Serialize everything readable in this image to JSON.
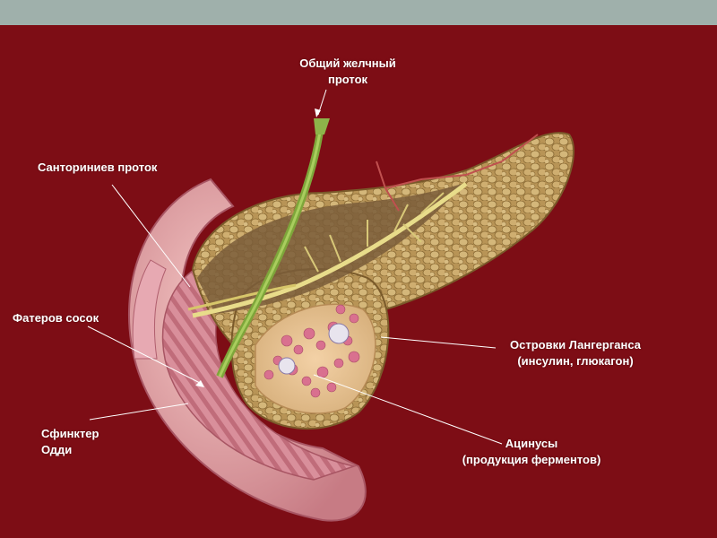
{
  "labels": {
    "bile_duct": [
      "Общий желчный",
      "проток"
    ],
    "santorini_duct": "Санториниев проток",
    "vater_papilla": "Фатеров сосок",
    "langerhans": [
      "Островки Лангерганса",
      "(инсулин, глюкагон)"
    ],
    "oddi": [
      "Сфинктер",
      "Одди"
    ],
    "acini": [
      "Ацинусы",
      "(продукция ферментов)"
    ]
  },
  "colors": {
    "background": "#7d0d15",
    "top_band": "#9fb0ab",
    "label_text": "#ffffff"
  }
}
